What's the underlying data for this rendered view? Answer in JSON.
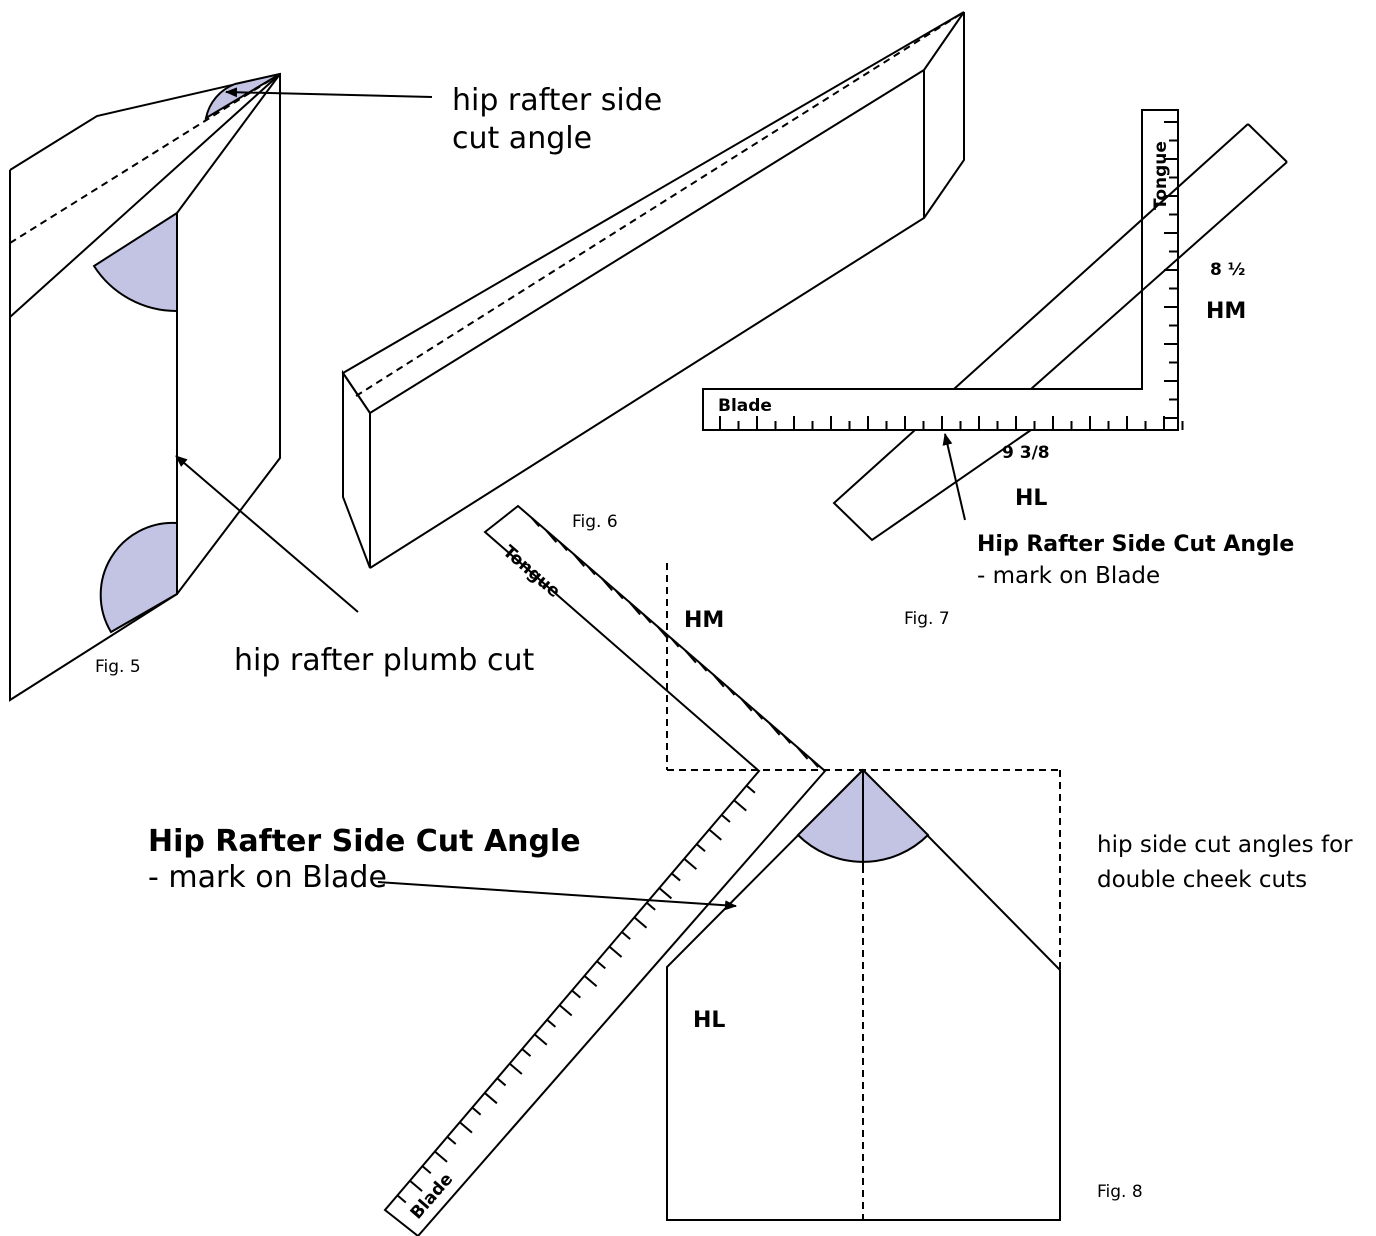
{
  "fig5": {
    "caption": "Fig. 5",
    "side_cut_label": [
      "hip rafter side",
      "cut angle"
    ],
    "plumb_cut_label": "hip rafter plumb cut"
  },
  "fig6": {
    "caption": "Fig. 6"
  },
  "fig7": {
    "caption": "Fig. 7",
    "tongue_label": "Tongue",
    "blade_label": "Blade",
    "tongue_value": "8 ½",
    "tongue_mark": "HM",
    "blade_value": "9 3/8",
    "blade_mark": "HL",
    "angle_title": "Hip Rafter Side Cut Angle",
    "angle_note": "- mark on Blade"
  },
  "fig8": {
    "caption": "Fig. 8",
    "tongue_label": "Tongue",
    "blade_label": "Blade",
    "hm_label": "HM",
    "hl_label": "HL",
    "angle_title": "Hip Rafter Side Cut Angle",
    "angle_note": "- mark on Blade",
    "double_cheek_label": [
      "hip side cut angles for",
      "double cheek cuts"
    ]
  },
  "colors": {
    "angle_fill": "#c3c3e3",
    "line": "#000000"
  }
}
